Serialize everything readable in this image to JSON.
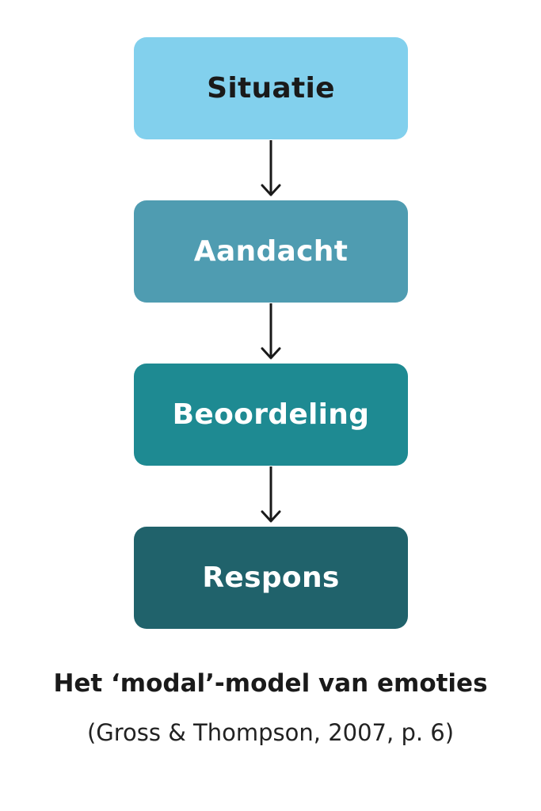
{
  "diagram": {
    "steps": [
      {
        "label": "Situatie",
        "fill": "#82d0ed",
        "text_color": "#1a1a1a"
      },
      {
        "label": "Aandacht",
        "fill": "#4f9cb1",
        "text_color": "#ffffff"
      },
      {
        "label": "Beoordeling",
        "fill": "#1e8a92",
        "text_color": "#ffffff"
      },
      {
        "label": "Respons",
        "fill": "#20626b",
        "text_color": "#ffffff"
      }
    ],
    "arrow_color": "#1a1a1a"
  },
  "caption": {
    "title": "Het ‘modal’-model van emoties",
    "source": "(Gross & Thompson, 2007, p. 6)"
  }
}
